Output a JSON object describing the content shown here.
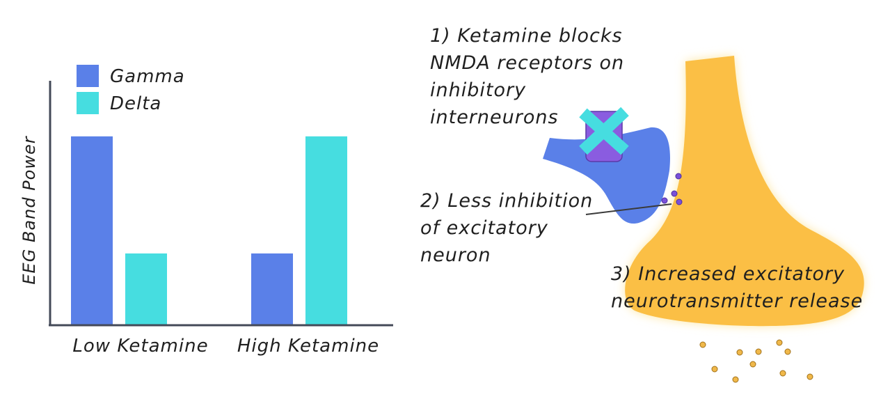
{
  "chart_data": {
    "type": "bar",
    "categories": [
      "Low Ketamine",
      "High Ketamine"
    ],
    "series": [
      {
        "name": "Gamma",
        "values": [
          1.0,
          0.38
        ]
      },
      {
        "name": "Delta",
        "values": [
          0.38,
          1.0
        ]
      }
    ],
    "ylabel": "EEG Band Power",
    "xlabel": "",
    "ylim": [
      0,
      1.25
    ],
    "colors": {
      "Gamma": "#5a80e8",
      "Delta": "#46dde0"
    },
    "grid": false,
    "legend_position": "top-left"
  },
  "diagram": {
    "note1": [
      "1) Ketamine blocks",
      "NMDA receptors on",
      "inhibitory",
      "interneurons"
    ],
    "note2": [
      "2) Less inhibition",
      "of excitatory",
      "neuron"
    ],
    "note3": [
      "3) Increased excitatory",
      "neurotransmitter release"
    ],
    "colors": {
      "interneuron": "#5a80e8",
      "receptor": "#8a5ce0",
      "block_mark": "#46dde0",
      "excitatory_neuron": "#fbbf45",
      "glow": "#fde8a8",
      "vesicle_inhibitory": "#7a50d8",
      "vesicle_excitatory": "#f0b84a"
    }
  }
}
